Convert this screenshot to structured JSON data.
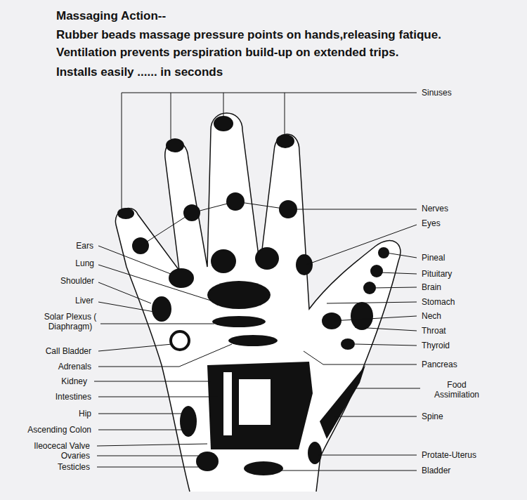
{
  "diagram": {
    "title": "Massaging Action--",
    "labels": [
      "Rubber beads massage pressure points on hands,releasing fatique.",
      "Ventilation prevents perspiration build-up on extended trips.",
      "Installs easily ......  in seconds",
      "Sinuses",
      "Nerves",
      "Eyes",
      "Pineal",
      "Pituitary",
      "Brain",
      "Stomach",
      "Nech",
      "Throat",
      "Thyroid",
      "Pancreas",
      "Food Assimilation",
      "Spine",
      "Protate-Uterus",
      "Bladder",
      "Ears",
      "Lung",
      "Shoulder",
      "Liver",
      "Solar Plexus ( Diaphragm)",
      "Call Bladder",
      "Adrenals",
      "Kidney",
      "Intestines",
      "Hip",
      "Ascending Colon",
      "Ileocecal Valve",
      "Ovaries",
      "Testicles"
    ]
  }
}
